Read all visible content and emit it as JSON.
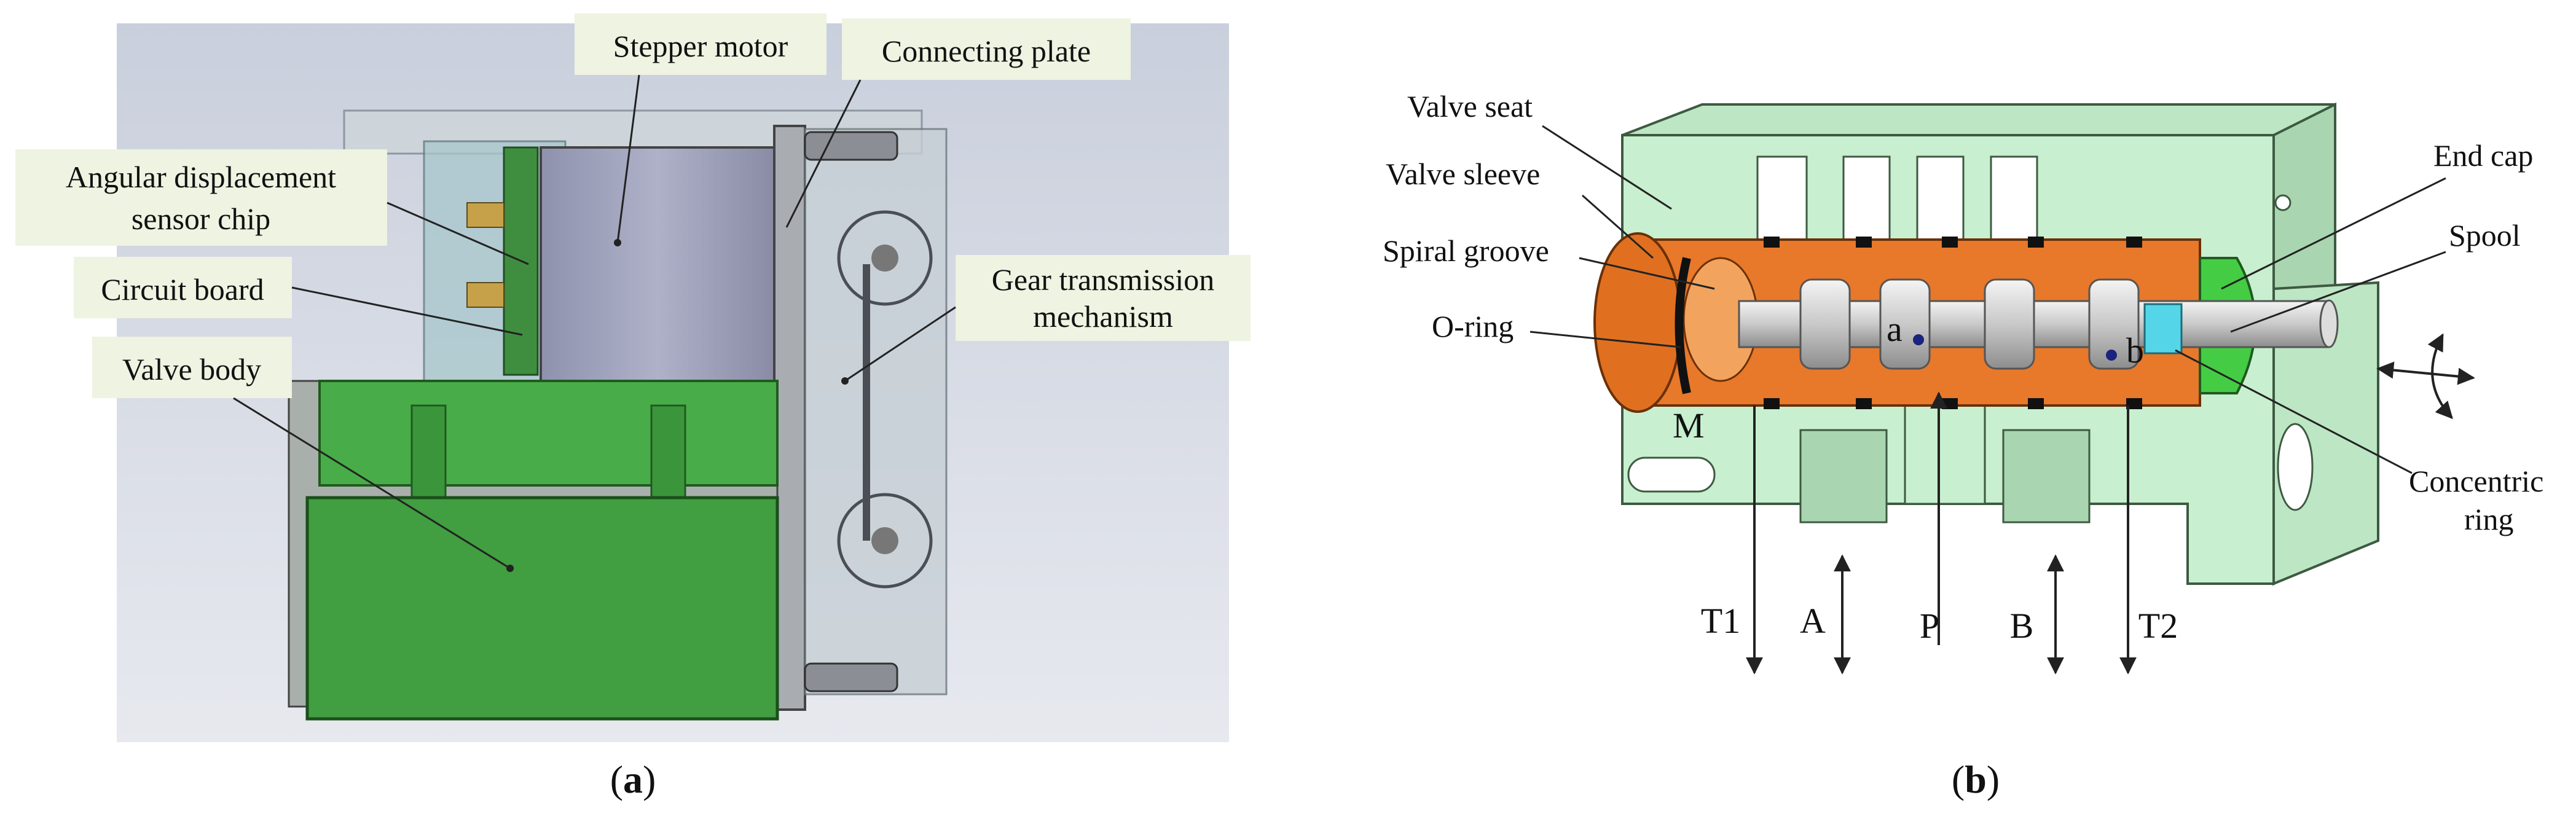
{
  "panel_a": {
    "caption_letter": "a",
    "labels": {
      "stepper_motor": "Stepper motor",
      "connecting_plate": "Connecting plate",
      "angular_sensor_line1": "Angular displacement",
      "angular_sensor_line2": "sensor chip",
      "circuit_board": "Circuit board",
      "valve_body": "Valve body",
      "gear_line1": "Gear transmission",
      "gear_line2": "mechanism"
    }
  },
  "panel_b": {
    "caption_letter": "b",
    "labels": {
      "valve_seat": "Valve seat",
      "valve_sleeve": "Valve sleeve",
      "spiral_groove": "Spiral groove",
      "o_ring": "O-ring",
      "end_cap": "End cap",
      "spool": "Spool",
      "concentric_line1": "Concentric",
      "concentric_line2": "ring",
      "point_m": "M",
      "point_a": "a",
      "point_b": "b"
    },
    "ports": [
      "T1",
      "A",
      "P",
      "B",
      "T2"
    ]
  }
}
